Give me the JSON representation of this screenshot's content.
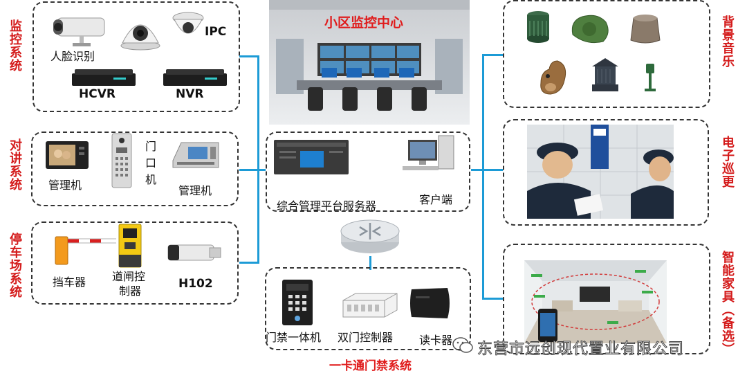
{
  "left_groups": {
    "monitoring": {
      "title": "监控系统",
      "face_label": "人脸识别",
      "ipc_label": "IPC",
      "hcvr_label": "HCVR",
      "nvr_label": "NVR"
    },
    "intercom": {
      "title": "对讲系统",
      "manager_label_1": "管理机",
      "door_label": "门口机",
      "manager_label_2": "管理机"
    },
    "parking": {
      "title": "停车场系统",
      "barrier_label": "挡车器",
      "gate_label_line1": "道闸控",
      "gate_label_line2": "制器",
      "camera_label": "H102"
    }
  },
  "center": {
    "monitor_center_title": "小区监控中心",
    "server_label": "综合管理平台服务器",
    "client_label": "客户端",
    "access": {
      "title": "一卡通门禁系统",
      "terminal_label": "门禁一体机",
      "controller_label": "双门控制器",
      "reader_label": "读卡器"
    }
  },
  "right_groups": {
    "music_title": "背景音乐",
    "patrol_title": "电子巡更",
    "smart_home_title": "智能家具（备选）"
  },
  "watermark": "东营市远创现代置业有限公司",
  "colors": {
    "accent_red": "#d41b1b",
    "wire_blue": "#1c9bd6"
  }
}
